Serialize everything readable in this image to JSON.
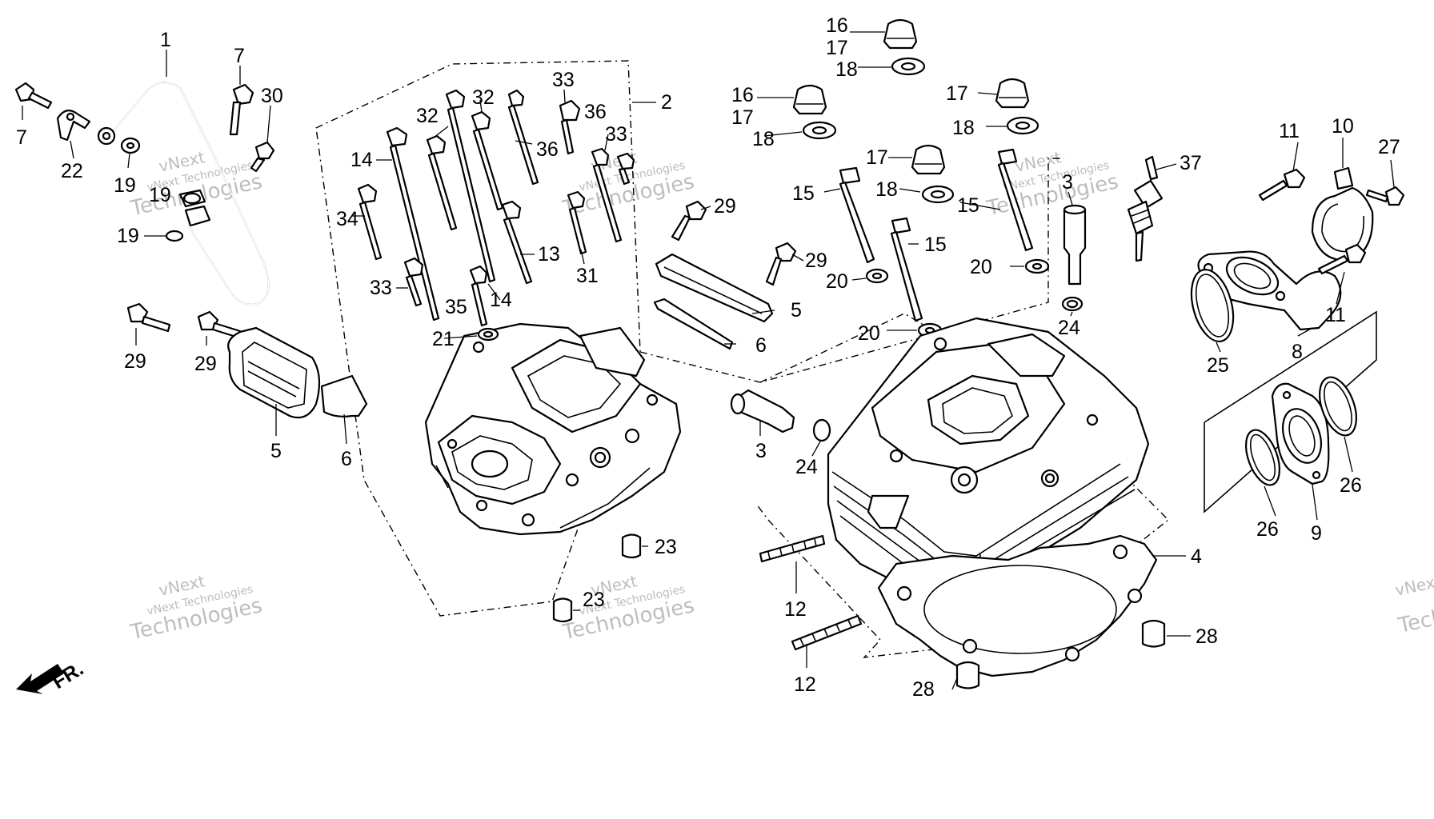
{
  "diagram": {
    "callouts": [
      {
        "id": "c1",
        "text": "1"
      },
      {
        "id": "c7a",
        "text": "7"
      },
      {
        "id": "c7b",
        "text": "7"
      },
      {
        "id": "c30",
        "text": "30"
      },
      {
        "id": "c22",
        "text": "22"
      },
      {
        "id": "c19a",
        "text": "19"
      },
      {
        "id": "c19b",
        "text": "19"
      },
      {
        "id": "c19c",
        "text": "19"
      },
      {
        "id": "c29a",
        "text": "29"
      },
      {
        "id": "c29b",
        "text": "29"
      },
      {
        "id": "c5a",
        "text": "5"
      },
      {
        "id": "c6a",
        "text": "6"
      },
      {
        "id": "c2",
        "text": "2"
      },
      {
        "id": "c33a",
        "text": "33"
      },
      {
        "id": "c32a",
        "text": "32"
      },
      {
        "id": "c32b",
        "text": "32"
      },
      {
        "id": "c36a",
        "text": "36"
      },
      {
        "id": "c36b",
        "text": "36"
      },
      {
        "id": "c33b",
        "text": "33"
      },
      {
        "id": "c14a",
        "text": "14"
      },
      {
        "id": "c34",
        "text": "34"
      },
      {
        "id": "c13",
        "text": "13"
      },
      {
        "id": "c31",
        "text": "31"
      },
      {
        "id": "c33c",
        "text": "33"
      },
      {
        "id": "c14b",
        "text": "14"
      },
      {
        "id": "c35",
        "text": "35"
      },
      {
        "id": "c21",
        "text": "21"
      },
      {
        "id": "c29c",
        "text": "29"
      },
      {
        "id": "c29d",
        "text": "29"
      },
      {
        "id": "c5b",
        "text": "5"
      },
      {
        "id": "c6b",
        "text": "6"
      },
      {
        "id": "c16a",
        "text": "16"
      },
      {
        "id": "c17a",
        "text": "17"
      },
      {
        "id": "c18a",
        "text": "18"
      },
      {
        "id": "c16b",
        "text": "16"
      },
      {
        "id": "c17b",
        "text": "17"
      },
      {
        "id": "c18b",
        "text": "18"
      },
      {
        "id": "c17c",
        "text": "17"
      },
      {
        "id": "c18c",
        "text": "18"
      },
      {
        "id": "c17d",
        "text": "17"
      },
      {
        "id": "c18d",
        "text": "18"
      },
      {
        "id": "c15a",
        "text": "15"
      },
      {
        "id": "c15b",
        "text": "15"
      },
      {
        "id": "c15c",
        "text": "15"
      },
      {
        "id": "c20a",
        "text": "20"
      },
      {
        "id": "c20b",
        "text": "20"
      },
      {
        "id": "c20c",
        "text": "20"
      },
      {
        "id": "c3a",
        "text": "3"
      },
      {
        "id": "c24a",
        "text": "24"
      },
      {
        "id": "c3b",
        "text": "3"
      },
      {
        "id": "c24b",
        "text": "24"
      },
      {
        "id": "c37",
        "text": "37"
      },
      {
        "id": "c11a",
        "text": "11"
      },
      {
        "id": "c10",
        "text": "10"
      },
      {
        "id": "c27",
        "text": "27"
      },
      {
        "id": "c11b",
        "text": "11"
      },
      {
        "id": "c25",
        "text": "25"
      },
      {
        "id": "c8",
        "text": "8"
      },
      {
        "id": "c26a",
        "text": "26"
      },
      {
        "id": "c26b",
        "text": "26"
      },
      {
        "id": "c9",
        "text": "9"
      },
      {
        "id": "c4",
        "text": "4"
      },
      {
        "id": "c23a",
        "text": "23"
      },
      {
        "id": "c23b",
        "text": "23"
      },
      {
        "id": "c12a",
        "text": "12"
      },
      {
        "id": "c12b",
        "text": "12"
      },
      {
        "id": "c28a",
        "text": "28"
      },
      {
        "id": "c28b",
        "text": "28"
      }
    ],
    "front_label": "FR.",
    "watermark": {
      "line1": "vNext",
      "line2": "vNext Technologies",
      "line3": "Technologies"
    }
  }
}
